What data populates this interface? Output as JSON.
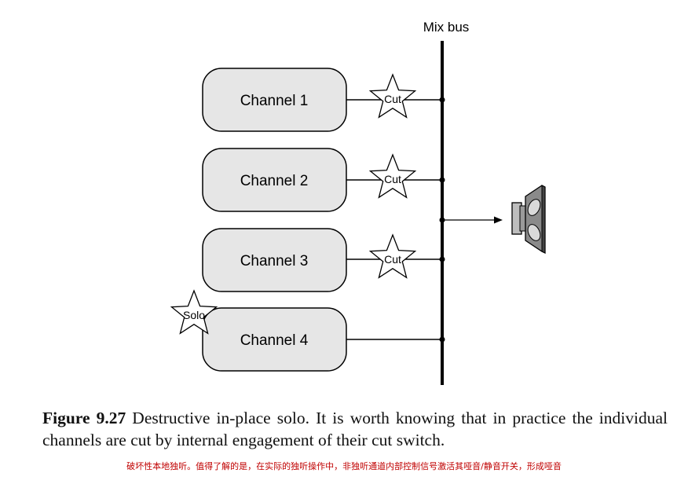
{
  "diagram": {
    "bus_label": "Mix bus",
    "channels": [
      {
        "label": "Channel 1",
        "switch": "Cut"
      },
      {
        "label": "Channel 2",
        "switch": "Cut"
      },
      {
        "label": "Channel 3",
        "switch": "Cut"
      },
      {
        "label": "Channel 4",
        "switch": "Solo"
      }
    ],
    "icons": [
      "speaker-icon",
      "star-icon"
    ]
  },
  "caption": {
    "figure_number": "Figure 9.27",
    "text": "Destructive in-place solo. It is worth knowing that in practice the individual channels are cut by internal engagement of their cut switch."
  },
  "chinese_note": "破坏性本地独听。值得了解的是，在实际的独听操作中，非独听通道内部控制信号激活其哑音/静音开关，形成哑音",
  "colors": {
    "box_fill": "#e6e6e6",
    "note_text": "#c00000"
  }
}
